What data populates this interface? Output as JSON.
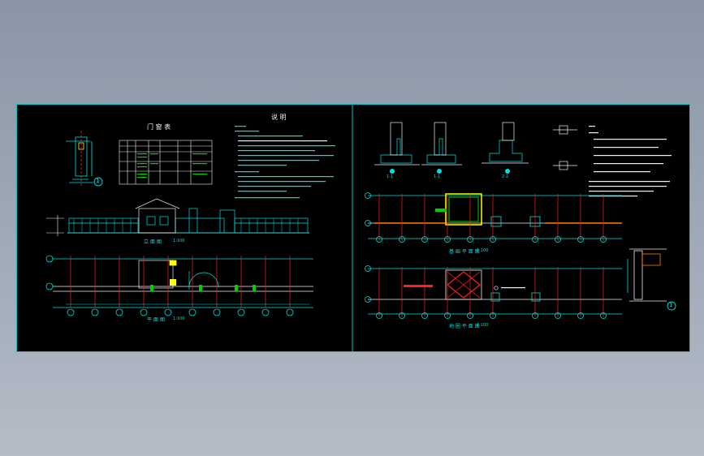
{
  "colors": {
    "canvas": "#000000",
    "frame": "#00c8c8",
    "cyan": "#00e0e0",
    "green": "#00d000",
    "red": "#ff2020",
    "yellow": "#ffff00",
    "white": "#f0f0f0",
    "orange": "#ff8000",
    "magenta": "#ff00ff"
  },
  "left_sheet": {
    "title_door_table": "门 窗 表",
    "title_notes": "说 明",
    "elevation_title": "立 面 图",
    "elevation_scale": "1:100",
    "plan_title": "平 面 图",
    "plan_scale": "1:100",
    "detail_marker": "1"
  },
  "right_sheet": {
    "foundation_plan_title": "基 础 平 面 图",
    "foundation_plan_scale": "1:100",
    "ring_beam_title": "地 圈 平 面 图",
    "ring_beam_scale": "1:100",
    "detail_marker": "1",
    "section_labels": [
      "1-1",
      "1-1",
      "2-2"
    ]
  }
}
